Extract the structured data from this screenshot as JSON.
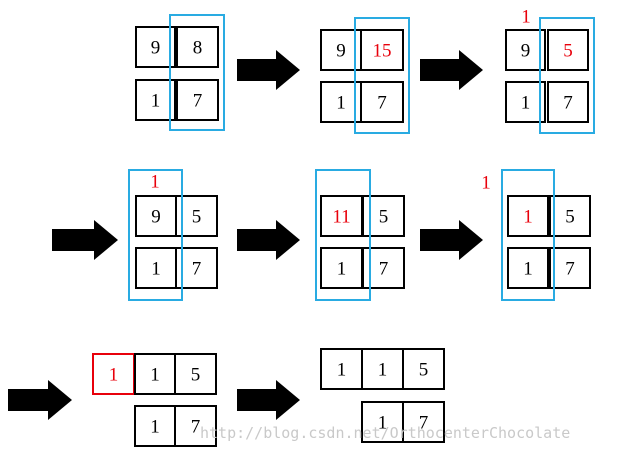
{
  "colors": {
    "box": "#000000",
    "highlight": "#29abe2",
    "accent": "#e8000b",
    "arrow": "#000000",
    "watermark": "#c9c9c9"
  },
  "steps": [
    {
      "top": [
        "9",
        "8"
      ],
      "bottom": [
        "1",
        "7"
      ],
      "top_red": [
        false,
        false
      ],
      "carry": ""
    },
    {
      "top": [
        "9",
        "15"
      ],
      "bottom": [
        "1",
        "7"
      ],
      "top_red": [
        false,
        true
      ],
      "carry": ""
    },
    {
      "top": [
        "9",
        "5"
      ],
      "bottom": [
        "1",
        "7"
      ],
      "top_red": [
        false,
        true
      ],
      "carry": "1"
    },
    {
      "top": [
        "9",
        "5"
      ],
      "bottom": [
        "1",
        "7"
      ],
      "top_red": [
        false,
        false
      ],
      "carry": "1"
    },
    {
      "top": [
        "11",
        "5"
      ],
      "bottom": [
        "1",
        "7"
      ],
      "top_red": [
        true,
        false
      ],
      "carry": ""
    },
    {
      "top": [
        "1",
        "5"
      ],
      "bottom": [
        "1",
        "7"
      ],
      "top_red": [
        true,
        false
      ],
      "carry": "1"
    },
    {
      "top": [
        "1",
        "1",
        "5"
      ],
      "bottom": [
        "1",
        "7"
      ],
      "top_red": [
        true,
        false,
        false
      ],
      "carry": ""
    },
    {
      "top": [
        "1",
        "1",
        "5"
      ],
      "bottom": [
        "1",
        "7"
      ],
      "top_red": [
        false,
        false,
        false
      ],
      "carry": ""
    }
  ],
  "watermark": "http://blog.csdn.net/OrthocenterChocolate"
}
